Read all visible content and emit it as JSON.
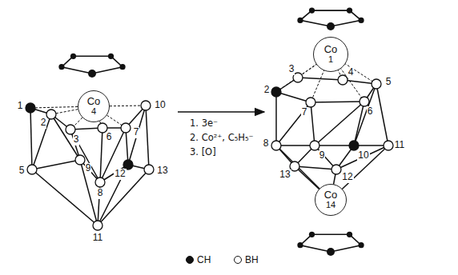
{
  "diagram": {
    "nodes": [
      {
        "text": [
          "Co",
          "4"
        ]
      },
      {
        "text": [
          "Co",
          "1"
        ]
      },
      {
        "text": [
          "Co",
          "14"
        ]
      }
    ],
    "labels": [
      "1",
      "2",
      "3",
      "5",
      "6",
      "7",
      "8",
      "9",
      "10",
      "11",
      "12",
      "13",
      "2",
      "3",
      "4",
      "5",
      "6",
      "7",
      "8",
      "9",
      "10",
      "11",
      "12",
      "13",
      "1. 3e⁻",
      "2. Co²⁺, C₅H₅⁻",
      "3. [O]"
    ],
    "legend": [
      {
        "text": "CH",
        "color": "#111111"
      },
      {
        "text": "BH",
        "color": "#ffffff"
      }
    ]
  }
}
